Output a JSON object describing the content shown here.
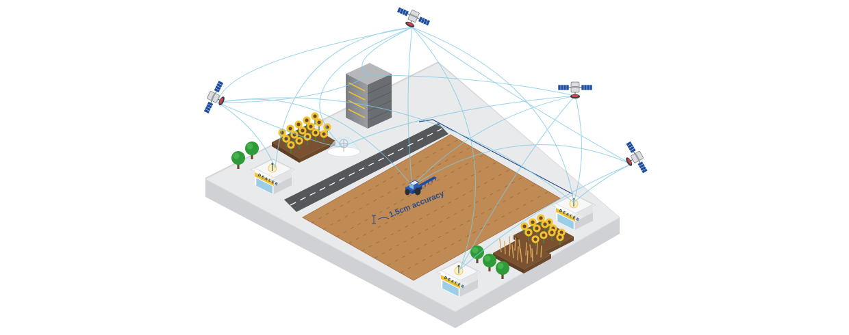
{
  "annotation": {
    "accuracy_label": "1.5cm accuracy"
  },
  "buildings": [
    {
      "id": "dealer-west",
      "sign": "DEALER"
    },
    {
      "id": "dealer-east",
      "sign": "DEALER"
    },
    {
      "id": "dealer-south",
      "sign": "DEALER"
    }
  ],
  "colors": {
    "platform_top": "#e9eaec",
    "platform_side": "#cfd1d5",
    "field_soil": "#c08a55",
    "road": "#55575b",
    "signal_lines": "#7fc9e3",
    "accent_yellow": "#f2c230",
    "tractor_blue": "#1f4ea0"
  },
  "icons": {
    "satellites": 5,
    "server_tower": "server-rack-icon",
    "tractor": "tractor-icon"
  }
}
